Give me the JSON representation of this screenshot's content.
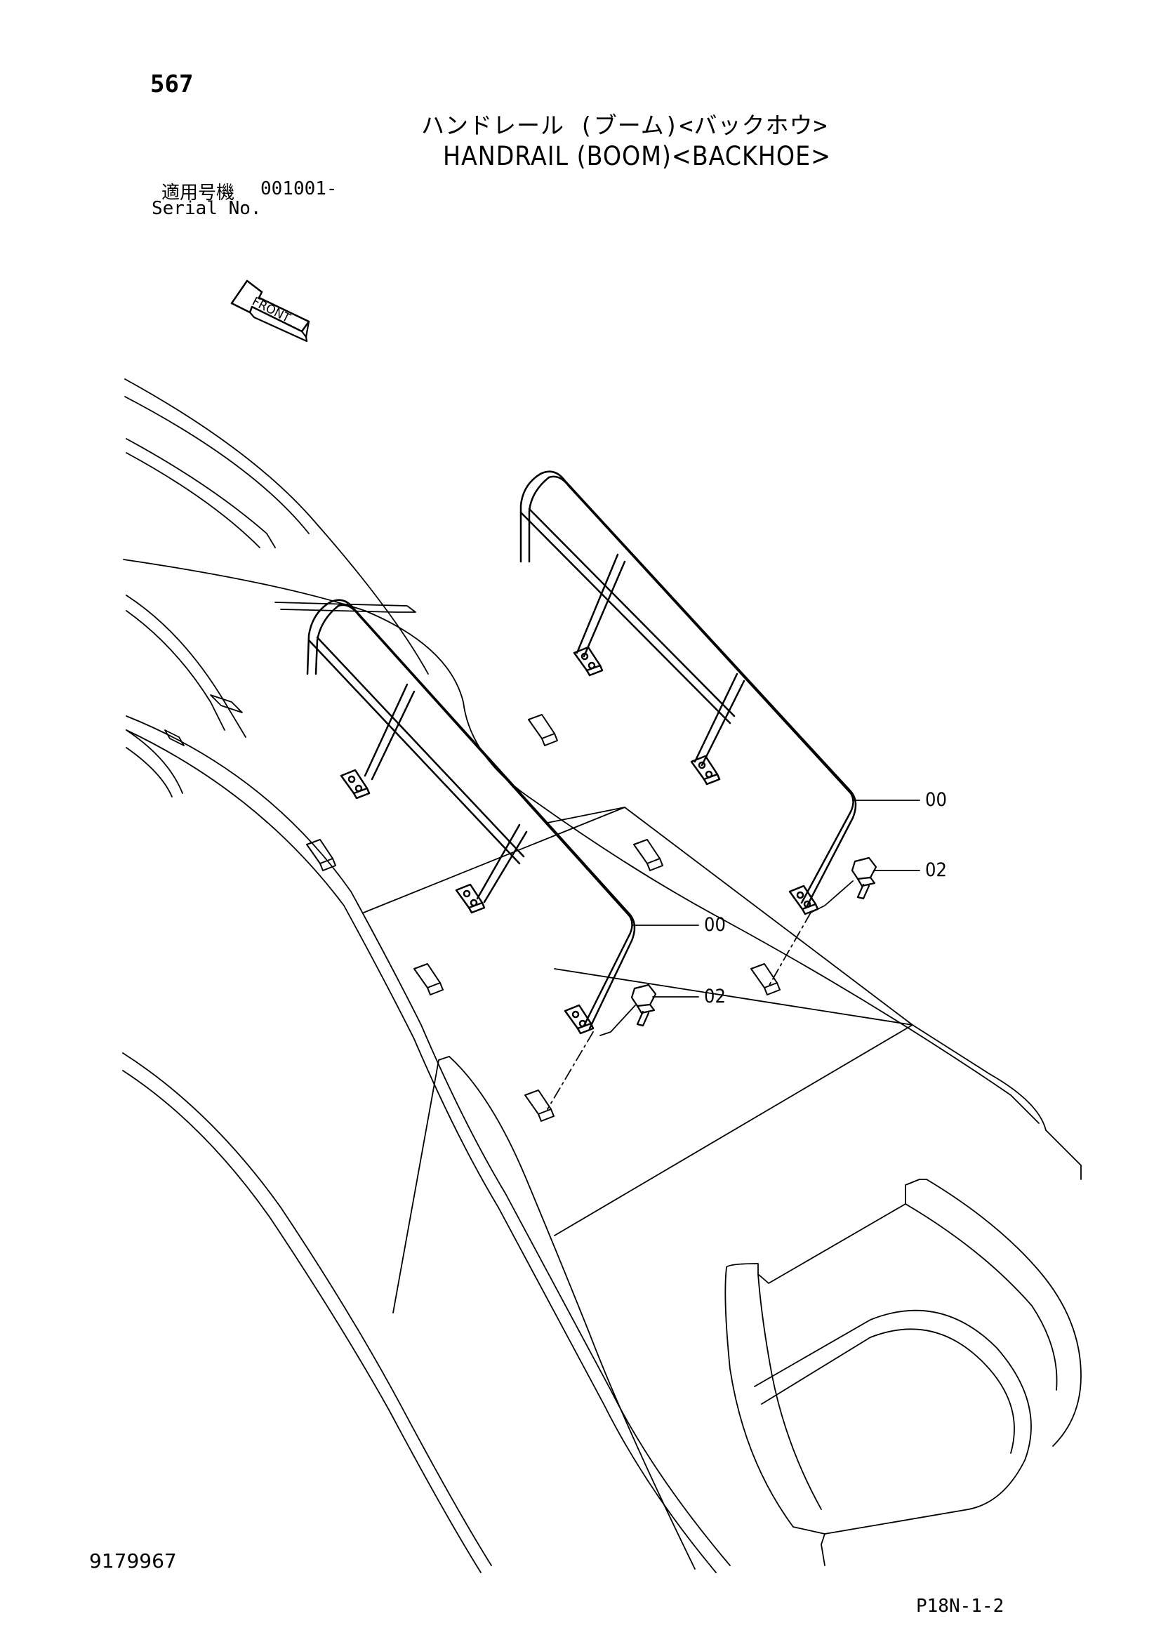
{
  "header": {
    "page_number": "567",
    "title_japanese": "ハンドレール (ブーム)<バックホウ>",
    "title_english": "HANDRAIL (BOOM)<BACKHOE>",
    "serial_label_japanese": "適用号機",
    "serial_value": "001001-",
    "serial_label_english": "Serial No."
  },
  "diagram": {
    "front_indicator": "FRONT",
    "callouts": [
      {
        "id": "upper-handrail",
        "label": "00"
      },
      {
        "id": "upper-bolt",
        "label": "02"
      },
      {
        "id": "lower-handrail",
        "label": "00"
      },
      {
        "id": "lower-bolt",
        "label": "02"
      }
    ]
  },
  "footer": {
    "drawing_code": "9179967",
    "page_ref": "P18N-1-2"
  }
}
